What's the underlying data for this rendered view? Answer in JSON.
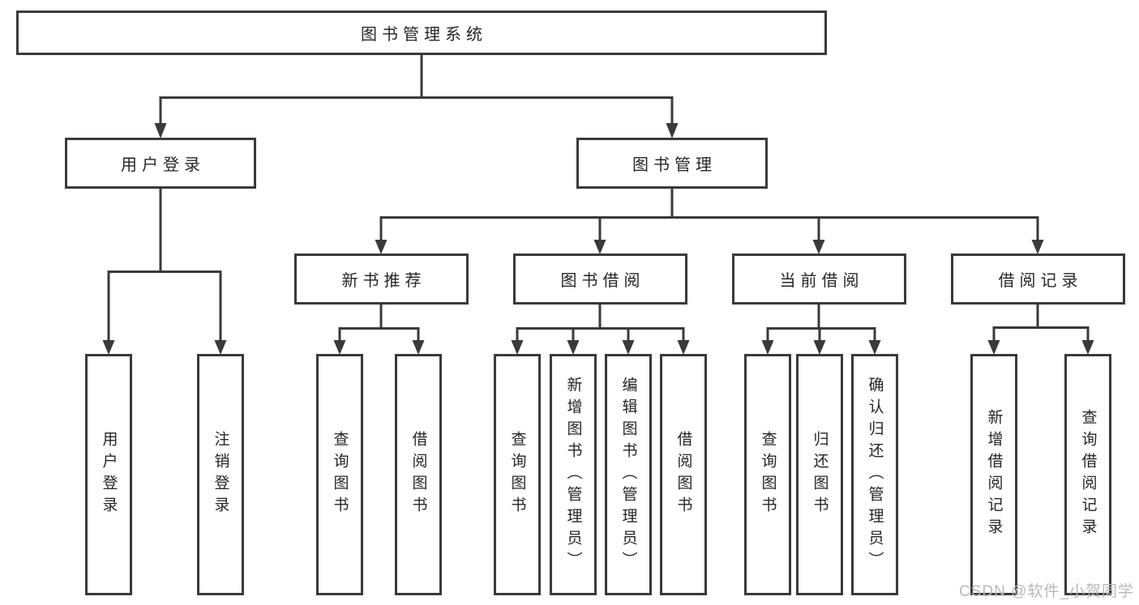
{
  "tree": {
    "label": "图书管理系统",
    "children": [
      {
        "label": "用户登录",
        "children": [
          {
            "label": "用户登录"
          },
          {
            "label": "注销登录"
          }
        ]
      },
      {
        "label": "图书管理",
        "children": [
          {
            "label": "新书推荐",
            "children": [
              {
                "label": "查询图书"
              },
              {
                "label": "借阅图书"
              }
            ]
          },
          {
            "label": "图书借阅",
            "children": [
              {
                "label": "查询图书"
              },
              {
                "label": "新增图书（管理员）"
              },
              {
                "label": "编辑图书（管理员）"
              },
              {
                "label": "借阅图书"
              }
            ]
          },
          {
            "label": "当前借阅",
            "children": [
              {
                "label": "查询图书"
              },
              {
                "label": "归还图书"
              },
              {
                "label": "确认归还（管理员）"
              }
            ]
          },
          {
            "label": "借阅记录",
            "children": [
              {
                "label": "新增借阅记录"
              },
              {
                "label": "查询借阅记录"
              }
            ]
          }
        ]
      }
    ]
  },
  "watermark": {
    "text": "CSDN @软件_小贺同学"
  },
  "colors": {
    "line": "#3a3a3a",
    "text": "#262626",
    "watermark": "#b8b8b8",
    "background": "#ffffff"
  }
}
